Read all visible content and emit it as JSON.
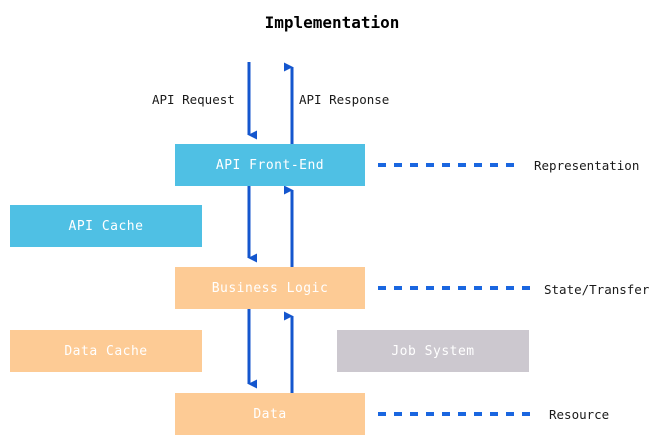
{
  "diagram": {
    "title": "Implementation",
    "colors": {
      "blue_box": "#4FC0E4",
      "orange_box": "#FDCB95",
      "gray_box": "#CCC8CF",
      "arrow": "#1456CE",
      "dashed": "#1A66E0",
      "text_on_box": "#FFFFFF",
      "text_label": "#1A1A1A",
      "background": "#FFFFFF"
    },
    "boxes": {
      "api_frontend": "API Front-End",
      "api_cache": "API Cache",
      "business_logic": "Business Logic",
      "data_cache": "Data Cache",
      "job_system": "Job System",
      "data": "Data"
    },
    "flow_labels": {
      "api_request": "API Request",
      "api_response": "API Response"
    },
    "aspect_labels": {
      "representation": "Representation",
      "state_transfer": "State/Transfer",
      "resource": "Resource"
    }
  }
}
